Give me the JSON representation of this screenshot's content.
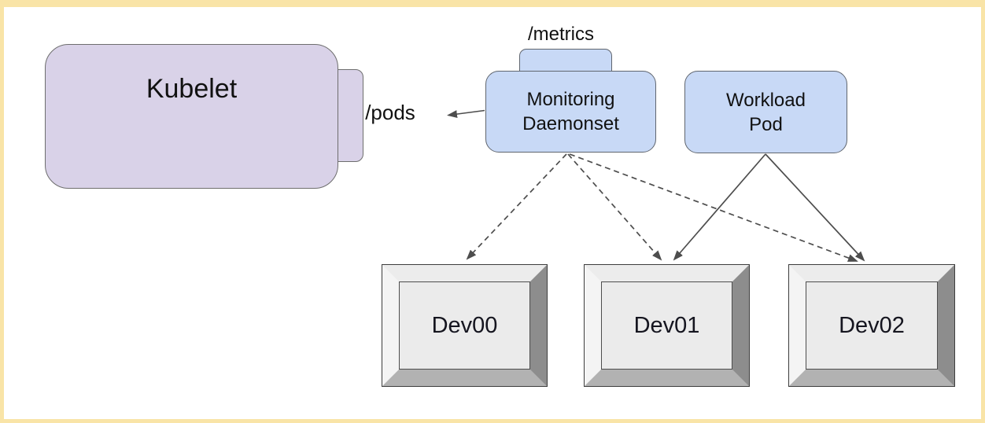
{
  "diagram": {
    "kubelet": {
      "label": "Kubelet"
    },
    "pods_endpoint_label": "/pods",
    "metrics_endpoint_label": "/metrics",
    "monitoring_daemonset": {
      "label_lines": [
        "Monitoring",
        "Daemonset"
      ]
    },
    "workload_pod": {
      "label_lines": [
        "Workload",
        "Pod"
      ]
    },
    "devices": [
      {
        "label": "Dev00"
      },
      {
        "label": "Dev01"
      },
      {
        "label": "Dev02"
      }
    ],
    "edges": [
      {
        "from": "monitoring-daemonset",
        "to": "kubelet-pods-endpoint",
        "style": "solid"
      },
      {
        "from": "monitoring-daemonset",
        "to": "dev00",
        "style": "dashed"
      },
      {
        "from": "monitoring-daemonset",
        "to": "dev01",
        "style": "dashed"
      },
      {
        "from": "monitoring-daemonset",
        "to": "dev02",
        "style": "dashed"
      },
      {
        "from": "workload-pod",
        "to": "dev01",
        "style": "solid"
      },
      {
        "from": "workload-pod",
        "to": "dev02",
        "style": "solid"
      }
    ]
  },
  "colors": {
    "frame_border": "#f9e4a7",
    "kubelet_fill": "#d9d2e8",
    "pod_fill": "#c8d9f6",
    "box_border": "#6e6e6e",
    "arrow": "#4d4d4d",
    "device_face": "#ebebeb",
    "device_bevel_dark": "#8d8d8d",
    "device_bevel_light": "#f4f4f4"
  }
}
